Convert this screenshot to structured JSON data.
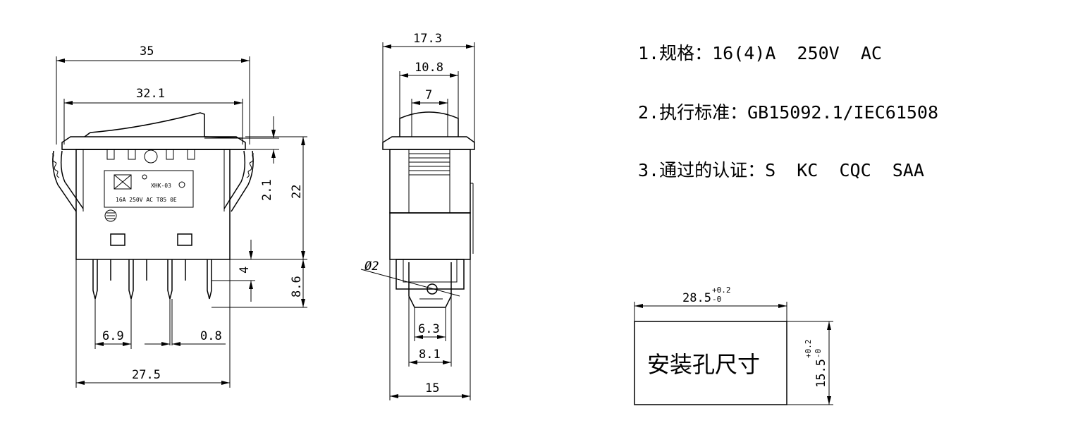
{
  "specs": [
    "1.规格：16(4)A  250V  AC",
    "2.执行标准：GB15092.1/IEC61508",
    "3.通过的认证：S  KC  CQC  SAA"
  ],
  "front_view": {
    "dim_35": "35",
    "dim_32_1": "32.1",
    "dim_2_1": "2.1",
    "dim_22": "22",
    "dim_4": "4",
    "dim_8_6": "8.6",
    "dim_6_9": "6.9",
    "dim_0_8": "0.8",
    "dim_27_5": "27.5",
    "label_model": "XHK-03",
    "label_ratings": "16A  250V  AC  T85  0E"
  },
  "side_view": {
    "dim_17_3": "17.3",
    "dim_10_8": "10.8",
    "dim_7": "7",
    "dim_d2": "Ø2",
    "dim_6_3": "6.3",
    "dim_8_1": "8.1",
    "dim_15": "15"
  },
  "cutout": {
    "width": "28.5",
    "width_tol_upper": "+0.2",
    "width_tol_lower": "-0",
    "height": "15.5",
    "height_tol_upper": "+0.2",
    "height_tol_lower": "-0",
    "label": "安装孔尺寸"
  }
}
